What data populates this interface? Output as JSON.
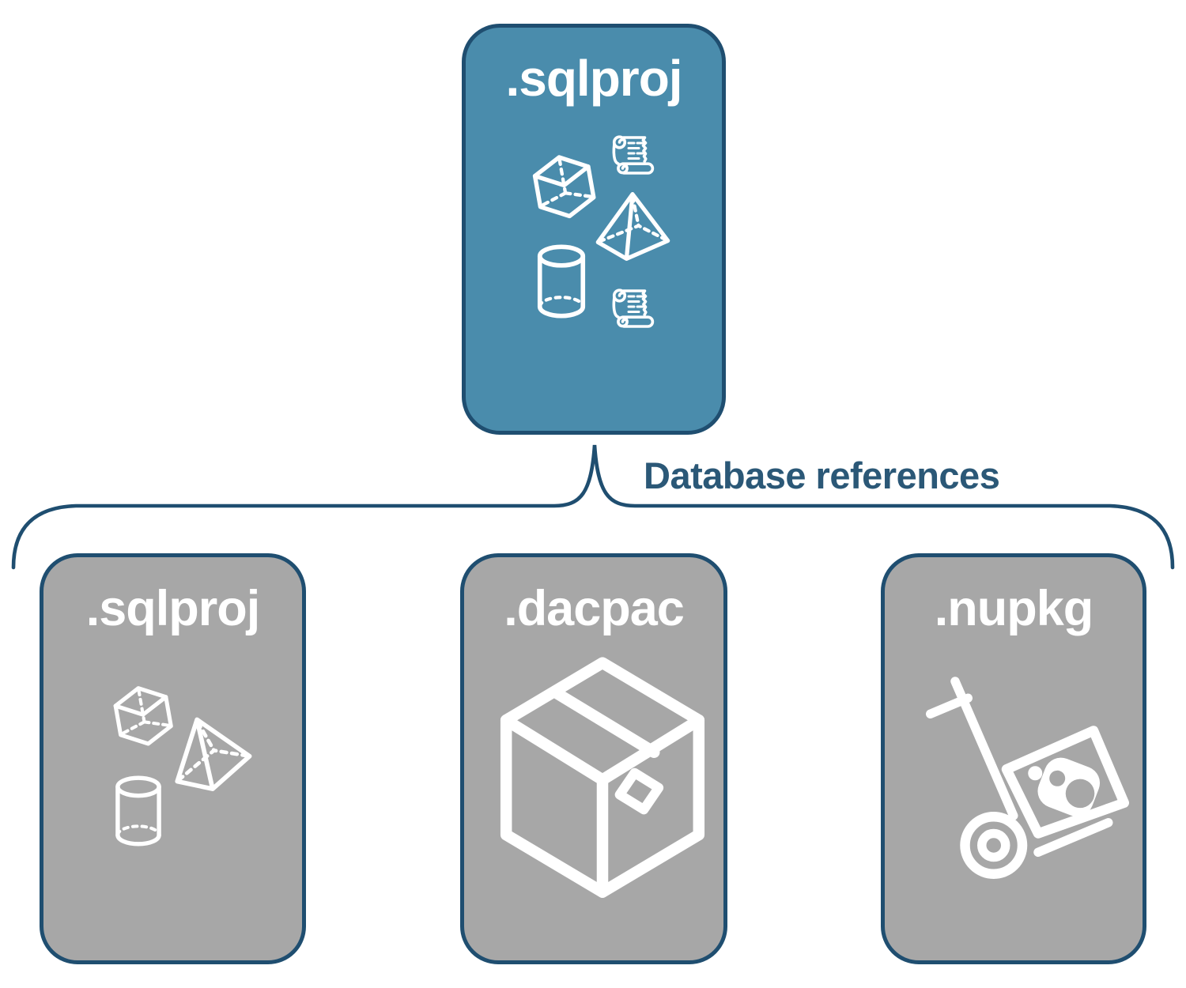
{
  "diagram": {
    "colors": {
      "accent_blue": "#4A8CAC",
      "node_gray": "#A7A7A7",
      "outline": "#1F4E70",
      "label_text": "#2B5877",
      "icon_stroke": "#FFFFFF"
    },
    "root": {
      "label": ".sqlproj",
      "icons": [
        "cube-icon",
        "scroll-icon",
        "pyramid-icon",
        "cylinder-icon",
        "scroll-icon"
      ]
    },
    "connector_label": "Database references",
    "children": [
      {
        "label": ".sqlproj",
        "icons": [
          "cube-icon",
          "pyramid-icon",
          "cylinder-icon"
        ]
      },
      {
        "label": ".dacpac",
        "icons": [
          "package-box-icon"
        ]
      },
      {
        "label": ".nupkg",
        "icons": [
          "hand-truck-nuget-icon"
        ]
      }
    ]
  }
}
